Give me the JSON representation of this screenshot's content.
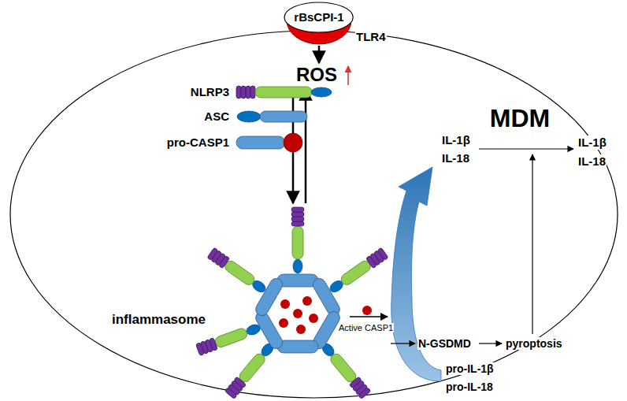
{
  "diagram": {
    "nodes": [
      {
        "text": [
          "MDM"
        ]
      },
      {
        "text": [
          "rBsCPI-1"
        ]
      }
    ],
    "labels": [
      "TLR4",
      "ROS",
      "NLRP3",
      "ASC",
      "pro-CASP1",
      "inflammasome",
      "Active CASP1",
      "IL-1β",
      "IL-18",
      "N-GSDMD",
      "pyroptosis",
      "pro-IL-1β",
      "pro-IL-18",
      "IL-1β",
      "IL-18"
    ]
  }
}
